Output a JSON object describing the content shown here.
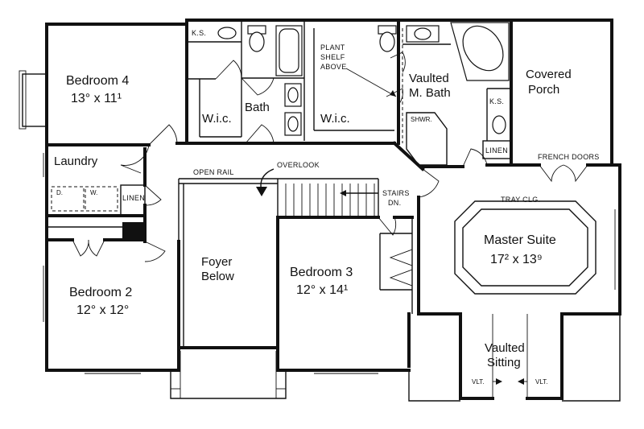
{
  "rooms": {
    "bedroom4": {
      "name": "Bedroom 4",
      "dims": "13° x 11¹"
    },
    "bath": {
      "name": "Bath"
    },
    "wic1": {
      "name": "W.i.c."
    },
    "wic2": {
      "name": "W.i.c."
    },
    "plant_shelf": {
      "line1": "PLANT",
      "line2": "SHELF",
      "line3": "ABOVE"
    },
    "ks1": {
      "name": "K.S."
    },
    "ks2": {
      "name": "K.S."
    },
    "vaulted_bath": {
      "line1": "Vaulted",
      "line2": "M. Bath"
    },
    "shwr": {
      "name": "SHWR."
    },
    "linen_master": {
      "name": "LINEN"
    },
    "covered_porch": {
      "line1": "Covered",
      "line2": "Porch"
    },
    "french_doors": {
      "name": "FRENCH DOORS"
    },
    "laundry": {
      "name": "Laundry"
    },
    "dryer": {
      "name": "D."
    },
    "washer": {
      "name": "W."
    },
    "linen_hall": {
      "name": "LINEN"
    },
    "open_rail": {
      "name": "OPEN RAIL"
    },
    "overlook": {
      "name": "OVERLOOK"
    },
    "stairs": {
      "line1": "STAIRS",
      "line2": "DN."
    },
    "tray": {
      "name": "TRAY CLG."
    },
    "master": {
      "name": "Master Suite",
      "dims": "17² x 13⁹"
    },
    "foyer": {
      "line1": "Foyer",
      "line2": "Below"
    },
    "bedroom3": {
      "name": "Bedroom 3",
      "dims": "12° x 14¹"
    },
    "bedroom2": {
      "name": "Bedroom 2",
      "dims": "12° x 12°"
    },
    "sitting": {
      "line1": "Vaulted",
      "line2": "Sitting"
    },
    "vlt_left": {
      "name": "VLT."
    },
    "vlt_right": {
      "name": "VLT."
    }
  }
}
